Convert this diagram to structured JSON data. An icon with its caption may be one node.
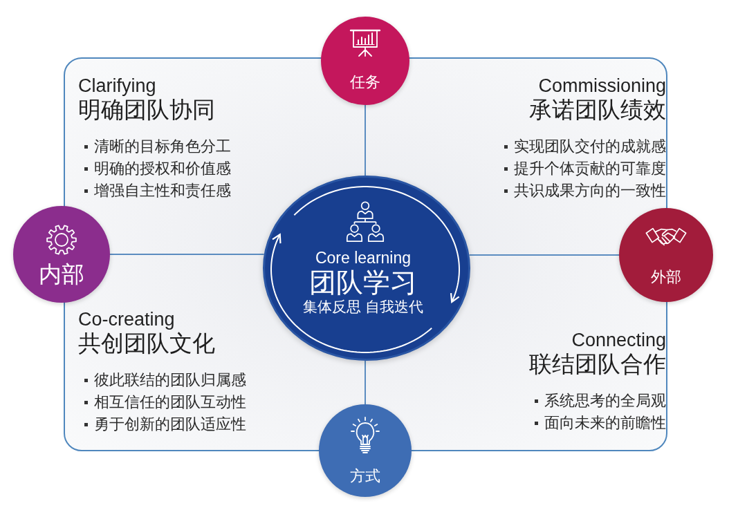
{
  "diagram": {
    "nodes": [
      {
        "text": [],
        "shape": "box"
      },
      {
        "text": [
          "任务"
        ]
      },
      {
        "text": [
          "Clarifying",
          "明确团队协同",
          "清晰的目标角色分工",
          "明确的授权和价值感",
          "增强自主性和责任感"
        ],
        "in": 0
      },
      {
        "text": [
          "Commissioning",
          "承诺团队绩效",
          "实现团队交付的成就感",
          "提升个体贡献的可靠度",
          "共识成果方向的一致性"
        ],
        "in": 0
      },
      {
        "text": [
          "内部"
        ]
      },
      {
        "text": [
          "Core learning",
          "团队学习",
          "集体反思 自我迭代"
        ],
        "in": 0
      },
      {
        "text": [
          "外部"
        ]
      },
      {
        "text": [
          "Co-creating",
          "共创团队文化",
          "彼此联结的团队归属感",
          "相互信任的团队互动性",
          "勇于创新的团队适应性"
        ],
        "in": 0
      },
      {
        "text": [
          "Connecting",
          "联结团队合作",
          "系统思考的全局观",
          "面向未来的前瞻性"
        ],
        "in": 0
      },
      {
        "text": [
          "方式"
        ]
      }
    ],
    "edges": [
      {
        "from": 1,
        "to": 5,
        "arrow": "none"
      },
      {
        "from": 4,
        "to": 5,
        "arrow": "none"
      },
      {
        "from": 5,
        "to": 6,
        "arrow": "none"
      },
      {
        "from": 5,
        "to": 9,
        "arrow": "none"
      }
    ]
  }
}
